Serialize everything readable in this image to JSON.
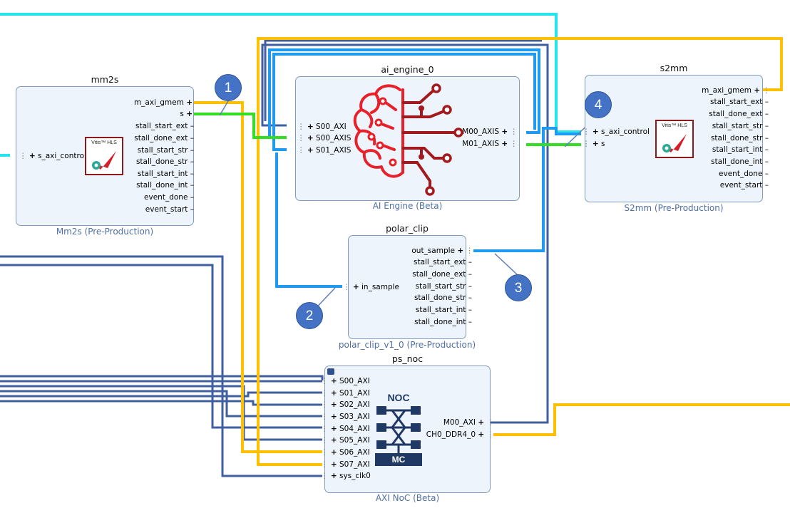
{
  "blocks": {
    "mm2s": {
      "title": "mm2s",
      "subtitle": "Mm2s (Pre-Production)",
      "left_ports": [
        "s_axi_control"
      ],
      "right_ports": [
        "m_axi_gmem",
        "s",
        "stall_start_ext",
        "stall_done_ext",
        "stall_start_str",
        "stall_done_str",
        "stall_start_int",
        "stall_done_int",
        "event_done",
        "event_start"
      ],
      "logo_text": "Vitis™ HLS"
    },
    "ai_engine": {
      "title": "ai_engine_0",
      "subtitle": "AI Engine (Beta)",
      "left_ports": [
        "S00_AXI",
        "S00_AXIS",
        "S01_AXIS"
      ],
      "right_ports": [
        "M00_AXIS",
        "M01_AXIS"
      ]
    },
    "s2mm": {
      "title": "s2mm",
      "subtitle": "S2mm (Pre-Production)",
      "left_ports": [
        "s_axi_control",
        "s"
      ],
      "right_ports": [
        "m_axi_gmem",
        "stall_start_ext",
        "stall_done_ext",
        "stall_start_str",
        "stall_done_str",
        "stall_start_int",
        "stall_done_int",
        "event_done",
        "event_start"
      ],
      "logo_text": "Vitis™ HLS"
    },
    "polar_clip": {
      "title": "polar_clip",
      "subtitle": "polar_clip_v1_0 (Pre-Production)",
      "left_ports": [
        "in_sample"
      ],
      "right_ports": [
        "out_sample",
        "stall_start_ext",
        "stall_done_ext",
        "stall_start_str",
        "stall_done_str",
        "stall_start_int",
        "stall_done_int"
      ]
    },
    "ps_noc": {
      "title": "ps_noc",
      "subtitle": "AXI NoC (Beta)",
      "left_ports": [
        "S00_AXI",
        "S01_AXI",
        "S02_AXI",
        "S03_AXI",
        "S04_AXI",
        "S05_AXI",
        "S06_AXI",
        "S07_AXI",
        "sys_clk0"
      ],
      "right_ports": [
        "M00_AXI",
        "CH0_DDR4_0"
      ],
      "icon_top": "NOC",
      "icon_bottom": "MC"
    }
  },
  "callouts": [
    "1",
    "2",
    "3",
    "4"
  ],
  "colors": {
    "axi_mm_wire": "#ffc000",
    "axis_wire": "#1e9bf0",
    "stream_active_wire": "#33dd22",
    "control_wire": "#22e5ee",
    "noc_bus_wire": "#3f5fa0",
    "block_fill": "#eef4fc",
    "block_border": "#7f9cc0",
    "callout_fill": "#4472c4",
    "ai_brain": "#e8202a"
  }
}
